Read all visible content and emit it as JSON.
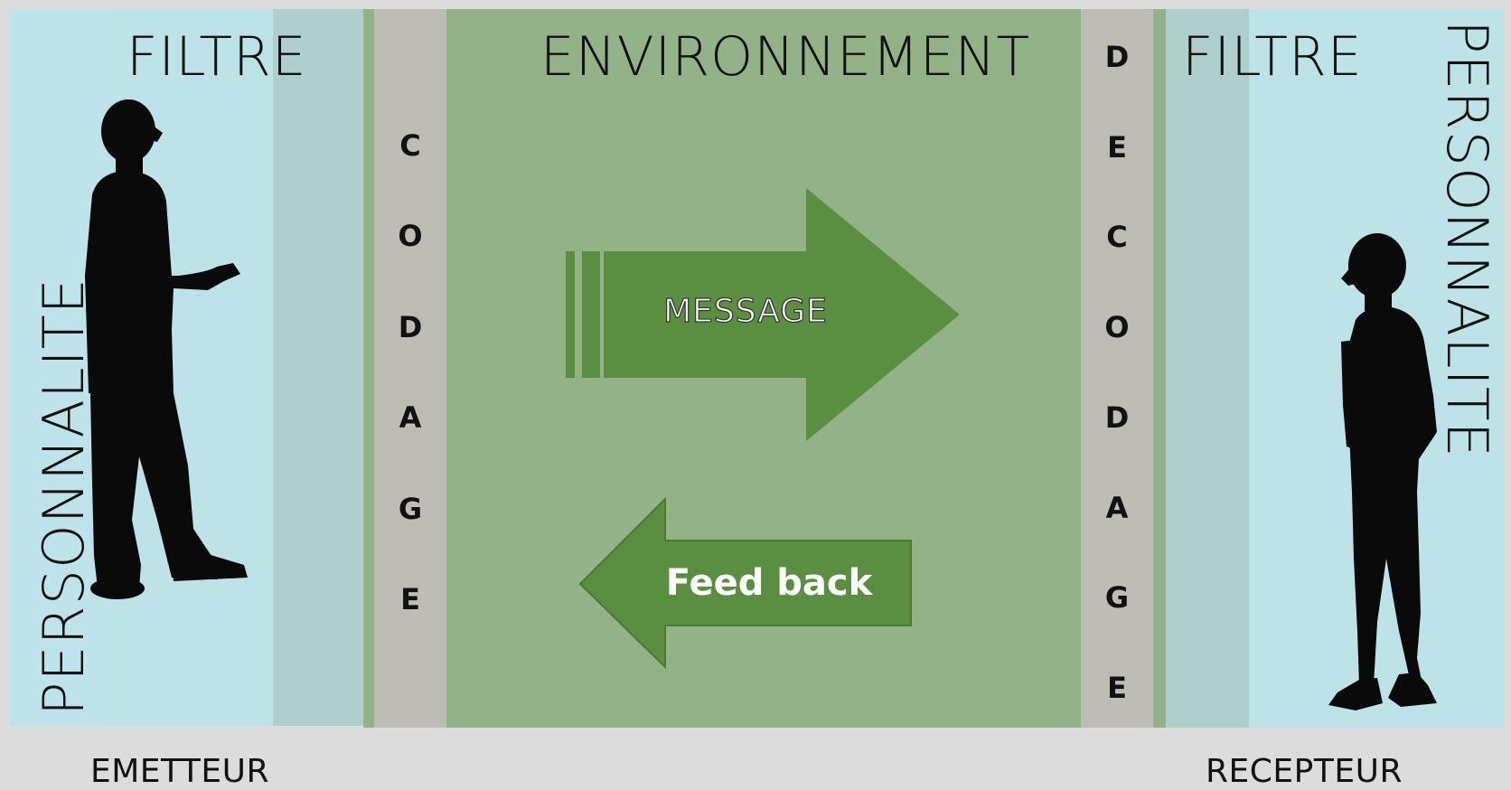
{
  "diagram": {
    "left_panel": {
      "filter_label": "FILTRE",
      "personality_label": "PERSONNALITE",
      "role_label": "EMETTEUR",
      "figure_icon": "person-silhouette-speaking-icon"
    },
    "encoding": {
      "letters": [
        "C",
        "O",
        "D",
        "A",
        "G",
        "E"
      ]
    },
    "center": {
      "environment_label": "ENVIRONNEMENT",
      "message_label": "MESSAGE",
      "feedback_label": "Feed back",
      "message_arrow_icon": "arrow-right-icon",
      "feedback_arrow_icon": "arrow-left-icon"
    },
    "decoding": {
      "letters": [
        "D",
        "E",
        "C",
        "O",
        "D",
        "A",
        "G",
        "E"
      ]
    },
    "right_panel": {
      "filter_label": "FILTRE",
      "personality_label": "PERSONNALITE",
      "role_label": "RECEPTEUR",
      "figure_icon": "person-silhouette-listening-icon"
    },
    "colors": {
      "background": "#dcdcdc",
      "personality_blue": "#bfe3ea",
      "filter_teal": "#aecfcb",
      "environment_green": "#93b287",
      "coding_gray": "#bebdb5",
      "arrow_green": "#5a8f41"
    }
  }
}
